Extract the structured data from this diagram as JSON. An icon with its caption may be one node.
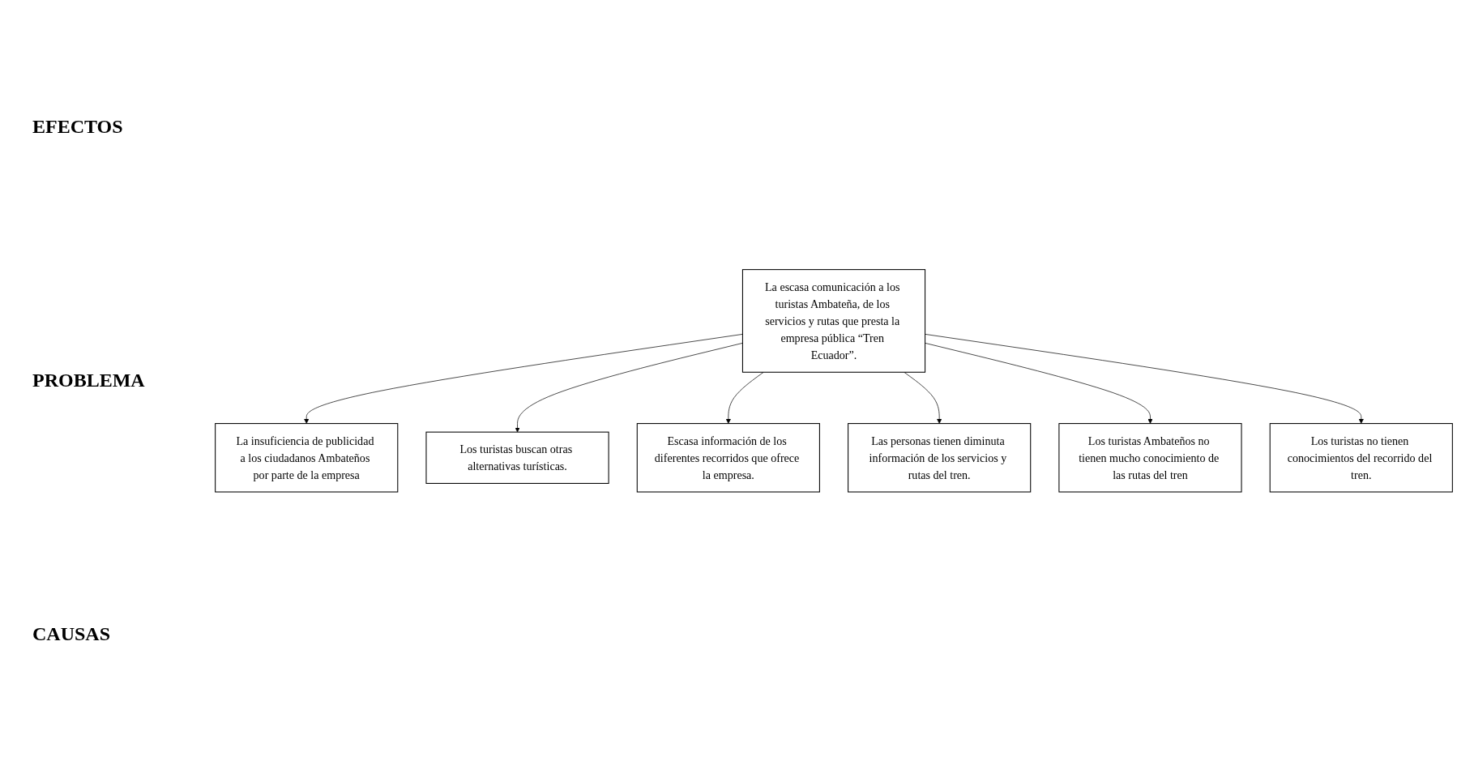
{
  "diagram": {
    "nodes": [
      {
        "text": [
          "La insuficiencia de publicidad a los ciudadanos Ambateños por parte de la empresa"
        ]
      },
      {
        "text": [
          "Los turistas buscan otras alternativas turísticas."
        ]
      },
      {
        "text": [
          "Escasa información de los diferentes recorridos que ofrece la empresa."
        ]
      },
      {
        "text": [
          "La escasa comunicación a los turistas Ambateña, de los servicios y rutas que presta la empresa pública “Tren Ecuador”."
        ]
      },
      {
        "text": [
          "Las personas tienen diminuta información de los servicios y rutas del tren."
        ]
      },
      {
        "text": [
          "Los turistas Ambateños no tienen mucho conocimiento de las rutas del tren"
        ]
      },
      {
        "text": [
          "Los turistas no tienen conocimientos del recorrido del tren."
        ]
      }
    ],
    "edges": [
      {
        "from": 3,
        "to": 0,
        "arrow": "to"
      },
      {
        "from": 3,
        "to": 1,
        "arrow": "to"
      },
      {
        "from": 3,
        "to": 2,
        "arrow": "to"
      },
      {
        "from": 3,
        "to": 4,
        "arrow": "to"
      },
      {
        "from": 3,
        "to": 5,
        "arrow": "to"
      },
      {
        "from": 3,
        "to": 6,
        "arrow": "to"
      }
    ],
    "labels": [
      "EFECTOS",
      "PROBLEMA",
      "CAUSAS"
    ]
  }
}
